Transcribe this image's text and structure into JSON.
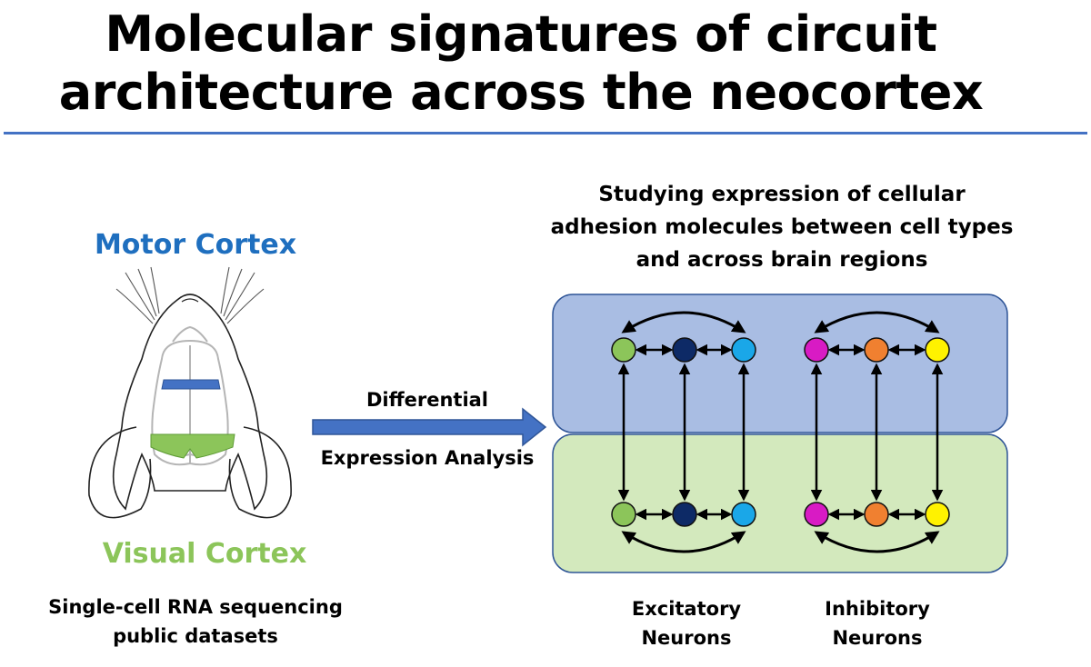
{
  "title": "Molecular signatures of circuit architecture across the neocortex",
  "left_panel": {
    "motor_label": "Motor Cortex",
    "visual_label": "Visual Cortex",
    "datasets_label": "Single-cell RNA sequencing public datasets"
  },
  "arrow": {
    "label_top": "Differential",
    "label_bottom": "Expression Analysis"
  },
  "right_panel": {
    "caption": "Studying expression of cellular adhesion molecules between cell types and across brain regions",
    "excitatory_label": "Excitatory Neurons",
    "inhibitory_label": "Inhibitory Neurons"
  },
  "colors": {
    "rule": "#4472C4",
    "motor": "#1F6FBF",
    "visual": "#8CC55A",
    "motor_region_fill": "#A9BDE3",
    "visual_region_fill": "#D3E9BD",
    "excitatory_nodes": [
      "#8CC55A",
      "#0D2A66",
      "#1AA7E8"
    ],
    "inhibitory_nodes": [
      "#D81BC4",
      "#F08030",
      "#FFF200"
    ]
  }
}
